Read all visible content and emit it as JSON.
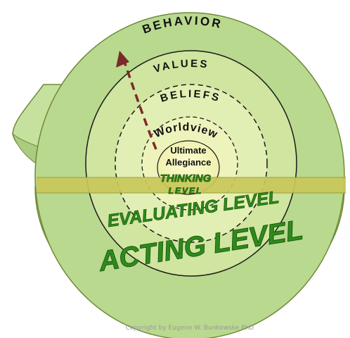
{
  "labels": {
    "behavior": "BEHAVIOR",
    "values": "VALUES",
    "beliefs": "BELIEFS",
    "worldview": "Worldview",
    "ultimate": "Ultimate",
    "allegiance": "Allegiance",
    "thinking": "THINKING",
    "thinking_level": "LEVEL",
    "evaluating_level": "EVALUATING LEVEL",
    "acting_level": "ACTING LEVEL"
  },
  "copyright": "Copyright by Eugene W. Bunkowske PhD",
  "colors": {
    "outer_green": "#b9d98f",
    "mid_green": "#cfe5a0",
    "inner_green": "#e2efb4",
    "core_yellow": "#f7f5b8",
    "band_olive": "#c8c85a",
    "bowl_yellow": "#d8e07a",
    "label_green": "#2f8a1c",
    "arrow_brown": "#7a2a2a"
  }
}
